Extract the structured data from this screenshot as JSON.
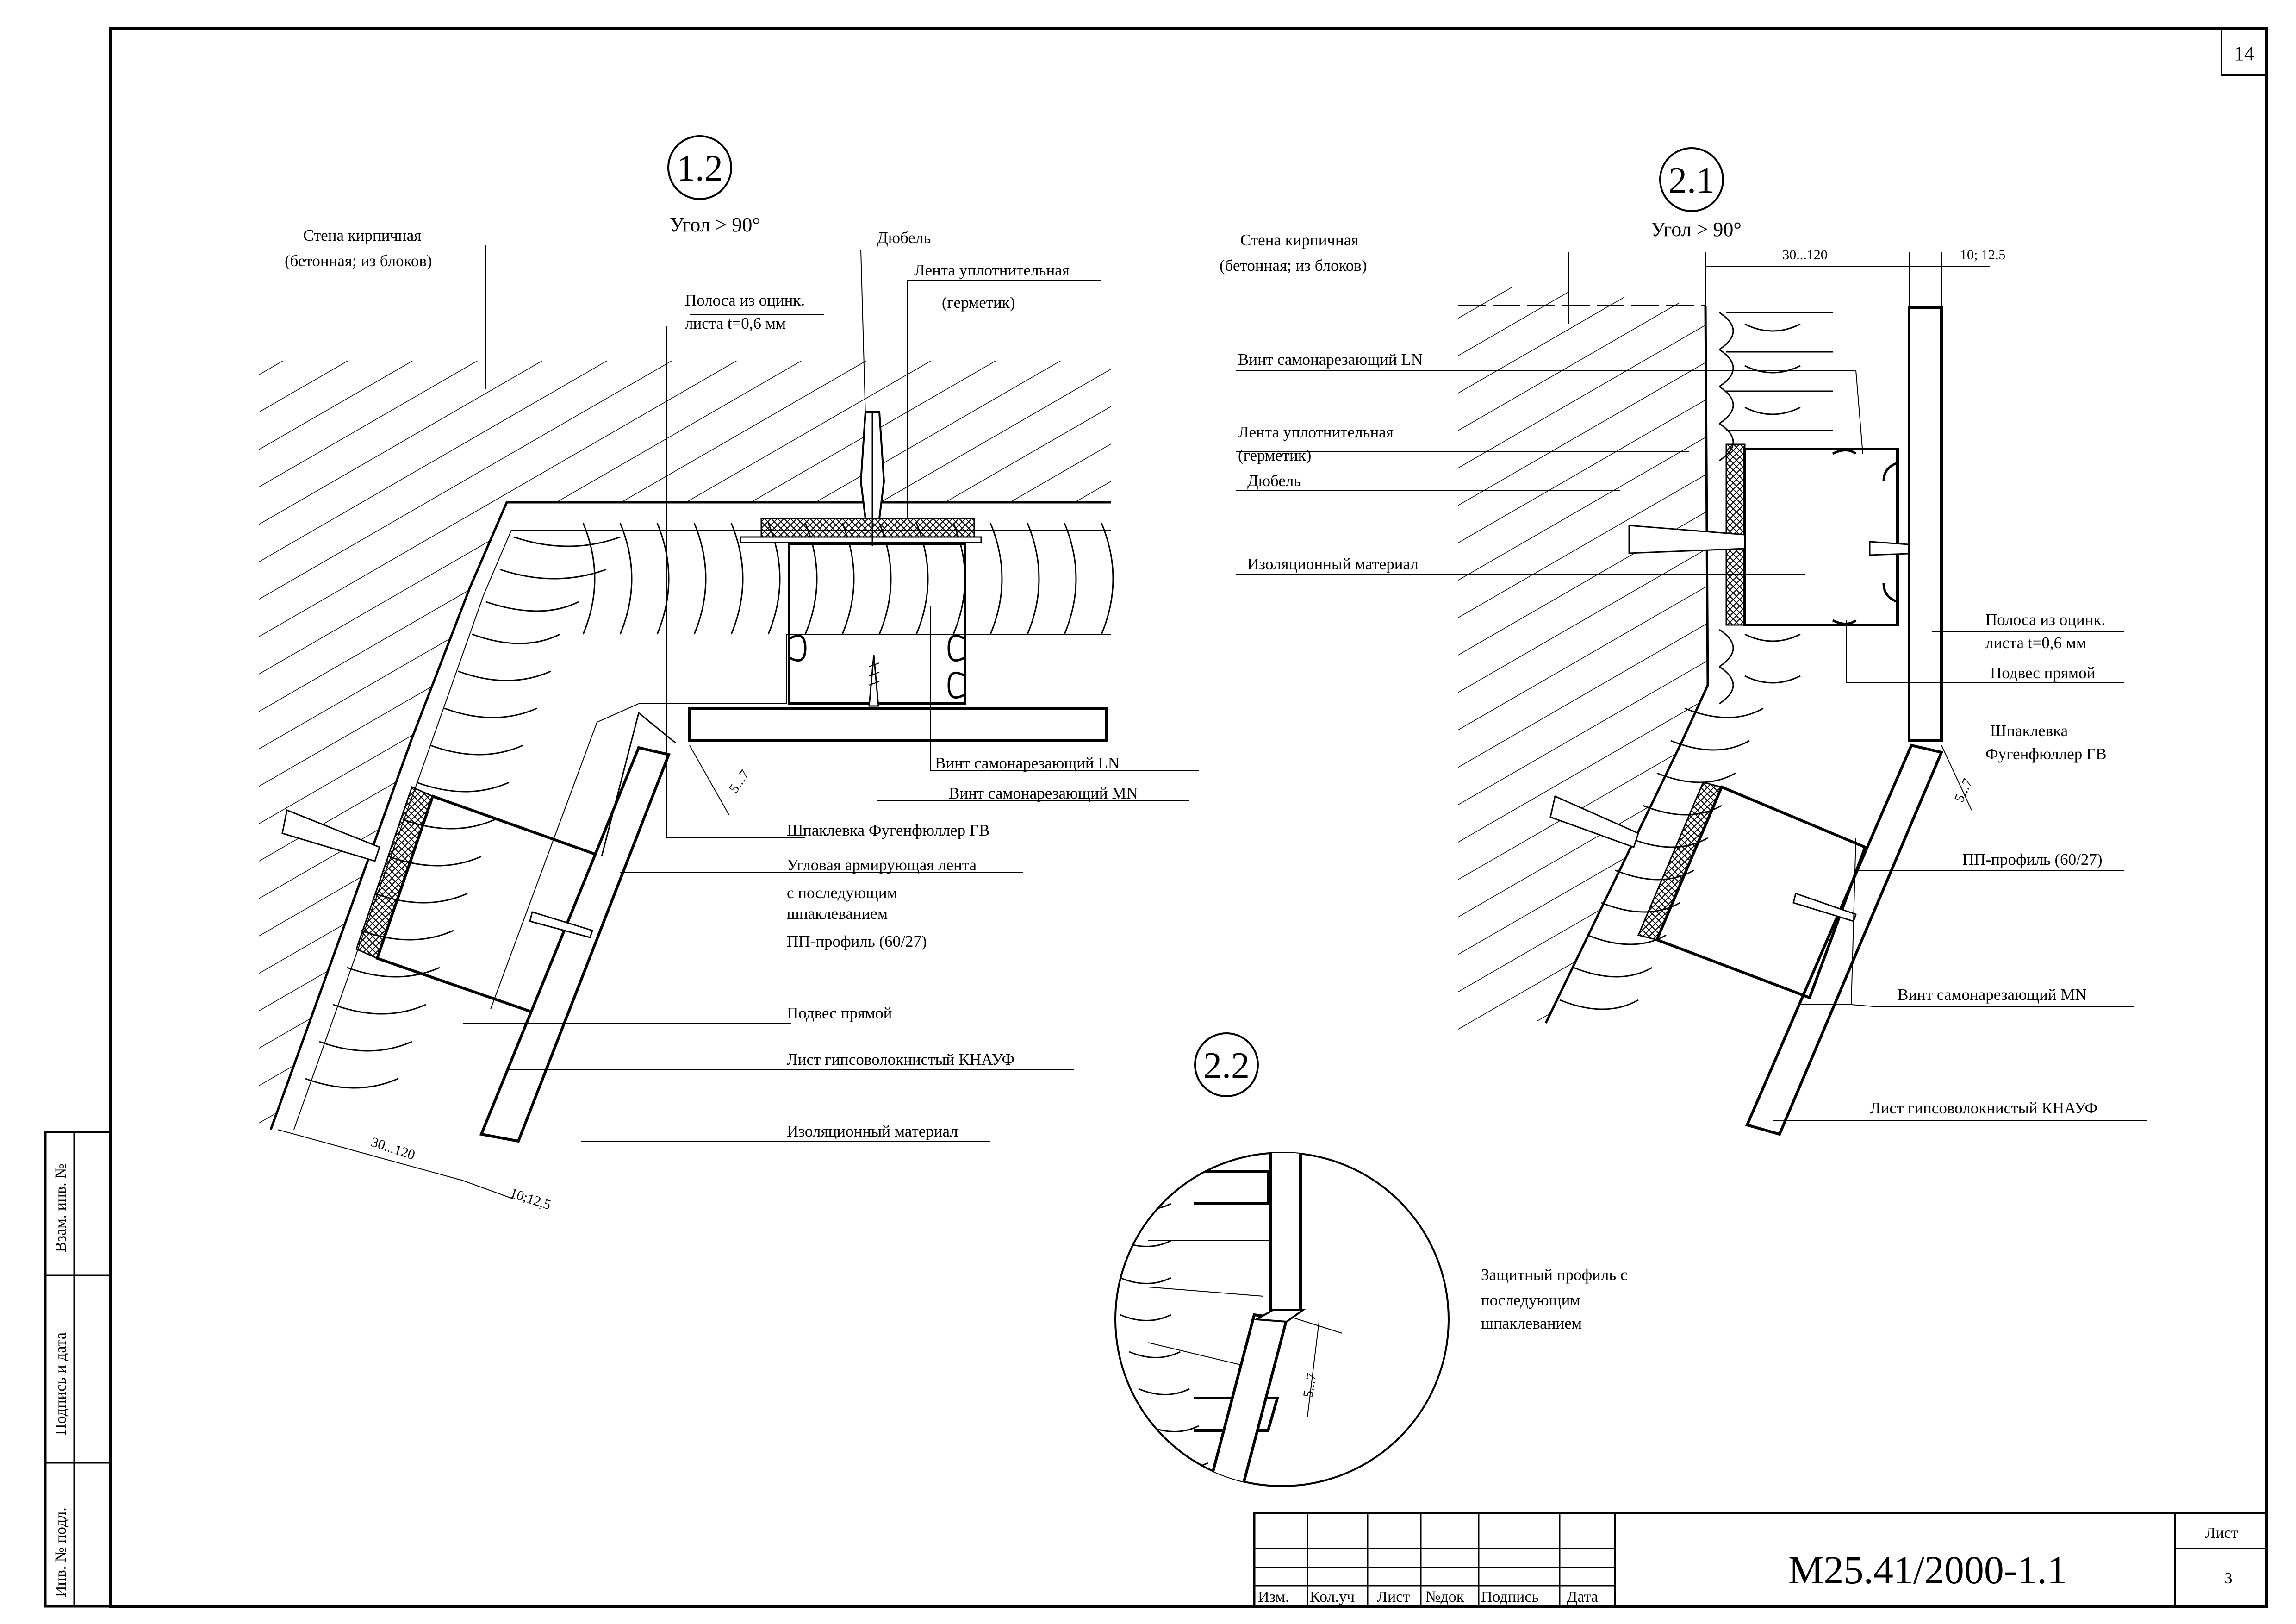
{
  "sheet_number": "14",
  "stamp": {
    "code": "М25.41/2000-1.1",
    "sheet_label": "Лист",
    "sheet_value": "3",
    "columns": [
      "Изм.",
      "Кол.уч",
      "Лист",
      "№док",
      "Подпись",
      "Дата"
    ]
  },
  "side_stamp": [
    "Взам. инв. №",
    "Подпись и дата",
    "Инв. № подл."
  ],
  "detail_1_2": {
    "number": "1.2",
    "angle": "Угол > 90°",
    "labels": {
      "wall_line1": "Стена кирпичная",
      "wall_line2": "(бетонная; из блоков)",
      "dowel": "Дюбель",
      "seal_line1": "Лента уплотнительная",
      "seal_line2": "(герметик)",
      "strip_line1": "Полоса из оцинк.",
      "strip_line2": "листа  t=0,6   мм",
      "screw_ln": "Винт самонарезающий  LN",
      "screw_mn": "Винт самонарезающий  MN",
      "putty": "Шпаклевка Фугенфюллер ГВ",
      "tape_line1": "Угловая армирующая лента",
      "tape_line2": "с последующим",
      "tape_line3": "шпаклеванием",
      "profile": "ПП-профиль (60/27)",
      "hanger": "Подвес прямой",
      "board": "Лист гипсоволокнистый  КНАУФ",
      "insulation": "Изоляционный материал"
    },
    "dims": {
      "gap": "5...7",
      "depth": "30...120",
      "board": "10;12,5"
    }
  },
  "detail_2_1": {
    "number": "2.1",
    "angle": "Угол > 90°",
    "labels": {
      "wall_line1": "Стена кирпичная",
      "wall_line2": "(бетонная; из блоков)",
      "screw_ln": "Винт самонарезающий  LN",
      "seal_line1": "Лента уплотнительная",
      "seal_line2": "(герметик)",
      "dowel": "Дюбель",
      "insulation": "Изоляционный материал",
      "strip_line1": "Полоса из оцинк.",
      "strip_line2": "листа  t=0,6   мм",
      "hanger": "Подвес прямой",
      "putty_line1": "Шпаклевка",
      "putty_line2": "Фугенфюллер  ГВ",
      "profile": "ПП-профиль (60/27)",
      "screw_mn": "Винт самонарезающий  MN",
      "board": "Лист гипсоволокнистый  КНАУФ"
    },
    "dims": {
      "depth": "30...120",
      "board": "10; 12,5",
      "gap": "5...7"
    }
  },
  "detail_2_2": {
    "number": "2.2",
    "labels": {
      "line1": "Защитный профиль с",
      "line2": "последующим",
      "line3": "шпаклеванием"
    },
    "dims": {
      "gap": "5...7"
    }
  }
}
